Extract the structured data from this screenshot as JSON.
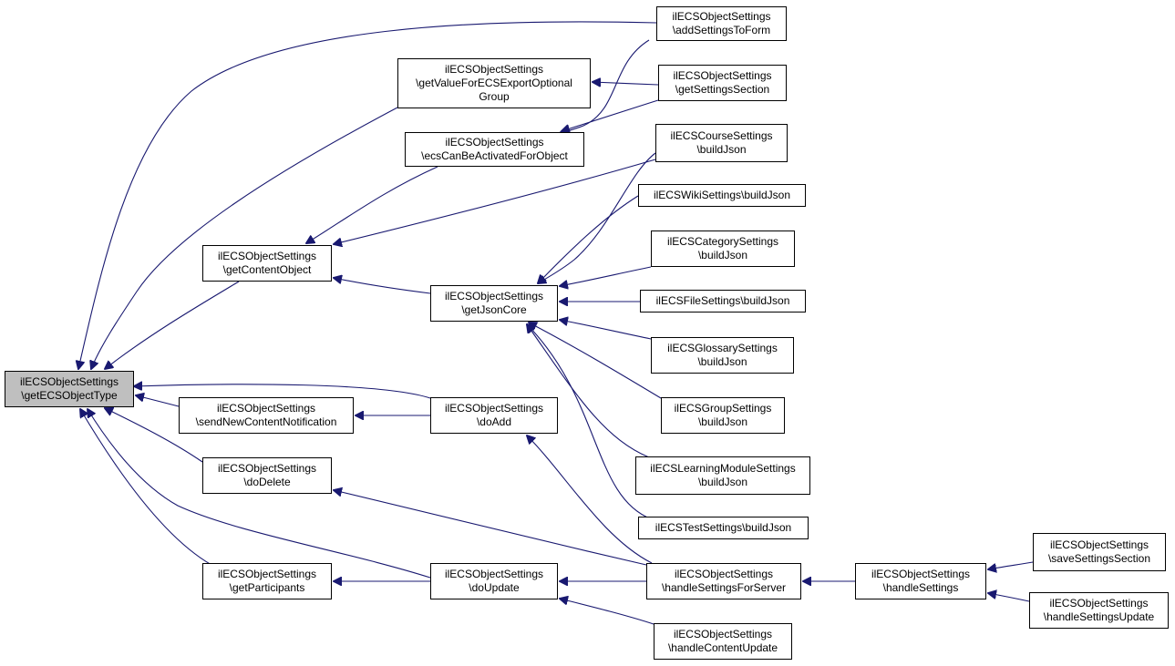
{
  "colors": {
    "edge": "#191970",
    "node_border": "#000000",
    "node_fill": "#ffffff",
    "focus_fill": "#bfbfbf"
  },
  "nodes": [
    {
      "id": "getECSObjectType",
      "lines": [
        "ilECSObjectSettings",
        "\\getECSObjectType"
      ],
      "focus": true
    },
    {
      "id": "addSettingsToForm",
      "lines": [
        "ilECSObjectSettings",
        "\\addSettingsToForm"
      ]
    },
    {
      "id": "getValueForECSExportOptionalGroup",
      "lines": [
        "ilECSObjectSettings",
        "\\getValueForECSExportOptional",
        "Group"
      ]
    },
    {
      "id": "getSettingsSection",
      "lines": [
        "ilECSObjectSettings",
        "\\getSettingsSection"
      ]
    },
    {
      "id": "ecsCanBeActivatedForObject",
      "lines": [
        "ilECSObjectSettings",
        "\\ecsCanBeActivatedForObject"
      ]
    },
    {
      "id": "courseBuildJson",
      "lines": [
        "ilECSCourseSettings",
        "\\buildJson"
      ]
    },
    {
      "id": "wikiBuildJson",
      "lines": [
        "ilECSWikiSettings\\buildJson"
      ]
    },
    {
      "id": "getContentObject",
      "lines": [
        "ilECSObjectSettings",
        "\\getContentObject"
      ]
    },
    {
      "id": "categoryBuildJson",
      "lines": [
        "ilECSCategorySettings",
        "\\buildJson"
      ]
    },
    {
      "id": "getJsonCore",
      "lines": [
        "ilECSObjectSettings",
        "\\getJsonCore"
      ]
    },
    {
      "id": "fileBuildJson",
      "lines": [
        "ilECSFileSettings\\buildJson"
      ]
    },
    {
      "id": "glossaryBuildJson",
      "lines": [
        "ilECSGlossarySettings",
        "\\buildJson"
      ]
    },
    {
      "id": "sendNewContentNotification",
      "lines": [
        "ilECSObjectSettings",
        "\\sendNewContentNotification"
      ]
    },
    {
      "id": "doAdd",
      "lines": [
        "ilECSObjectSettings",
        "\\doAdd"
      ]
    },
    {
      "id": "groupBuildJson",
      "lines": [
        "ilECSGroupSettings",
        "\\buildJson"
      ]
    },
    {
      "id": "doDelete",
      "lines": [
        "ilECSObjectSettings",
        "\\doDelete"
      ]
    },
    {
      "id": "learningModuleBuildJson",
      "lines": [
        "ilECSLearningModuleSettings",
        "\\buildJson"
      ]
    },
    {
      "id": "testBuildJson",
      "lines": [
        "ilECSTestSettings\\buildJson"
      ]
    },
    {
      "id": "saveSettingsSection",
      "lines": [
        "ilECSObjectSettings",
        "\\saveSettingsSection"
      ]
    },
    {
      "id": "getParticipants",
      "lines": [
        "ilECSObjectSettings",
        "\\getParticipants"
      ]
    },
    {
      "id": "doUpdate",
      "lines": [
        "ilECSObjectSettings",
        "\\doUpdate"
      ]
    },
    {
      "id": "handleSettingsForServer",
      "lines": [
        "ilECSObjectSettings",
        "\\handleSettingsForServer"
      ]
    },
    {
      "id": "handleSettings",
      "lines": [
        "ilECSObjectSettings",
        "\\handleSettings"
      ]
    },
    {
      "id": "handleSettingsUpdate",
      "lines": [
        "ilECSObjectSettings",
        "\\handleSettingsUpdate"
      ]
    },
    {
      "id": "handleContentUpdate",
      "lines": [
        "ilECSObjectSettings",
        "\\handleContentUpdate"
      ]
    }
  ],
  "edges": [
    {
      "from": "addSettingsToForm",
      "to": "getECSObjectType"
    },
    {
      "from": "getValueForECSExportOptionalGroup",
      "to": "getECSObjectType"
    },
    {
      "from": "getContentObject",
      "to": "getECSObjectType"
    },
    {
      "from": "doAdd",
      "to": "getECSObjectType"
    },
    {
      "from": "sendNewContentNotification",
      "to": "getECSObjectType"
    },
    {
      "from": "doDelete",
      "to": "getECSObjectType"
    },
    {
      "from": "doUpdate",
      "to": "getECSObjectType"
    },
    {
      "from": "getParticipants",
      "to": "getECSObjectType"
    },
    {
      "from": "getSettingsSection",
      "to": "getValueForECSExportOptionalGroup"
    },
    {
      "from": "addSettingsToForm",
      "to": "ecsCanBeActivatedForObject"
    },
    {
      "from": "getSettingsSection",
      "to": "ecsCanBeActivatedForObject"
    },
    {
      "from": "ecsCanBeActivatedForObject",
      "to": "getContentObject"
    },
    {
      "from": "courseBuildJson",
      "to": "getContentObject"
    },
    {
      "from": "getJsonCore",
      "to": "getContentObject"
    },
    {
      "from": "courseBuildJson",
      "to": "getJsonCore"
    },
    {
      "from": "wikiBuildJson",
      "to": "getJsonCore"
    },
    {
      "from": "categoryBuildJson",
      "to": "getJsonCore"
    },
    {
      "from": "fileBuildJson",
      "to": "getJsonCore"
    },
    {
      "from": "glossaryBuildJson",
      "to": "getJsonCore"
    },
    {
      "from": "groupBuildJson",
      "to": "getJsonCore"
    },
    {
      "from": "learningModuleBuildJson",
      "to": "getJsonCore"
    },
    {
      "from": "testBuildJson",
      "to": "getJsonCore"
    },
    {
      "from": "doAdd",
      "to": "sendNewContentNotification"
    },
    {
      "from": "handleSettingsForServer",
      "to": "doAdd"
    },
    {
      "from": "handleSettingsForServer",
      "to": "doDelete"
    },
    {
      "from": "doUpdate",
      "to": "getParticipants"
    },
    {
      "from": "handleSettingsForServer",
      "to": "doUpdate"
    },
    {
      "from": "handleContentUpdate",
      "to": "doUpdate"
    },
    {
      "from": "handleSettings",
      "to": "handleSettingsForServer"
    },
    {
      "from": "saveSettingsSection",
      "to": "handleSettings"
    },
    {
      "from": "handleSettingsUpdate",
      "to": "handleSettings"
    }
  ]
}
